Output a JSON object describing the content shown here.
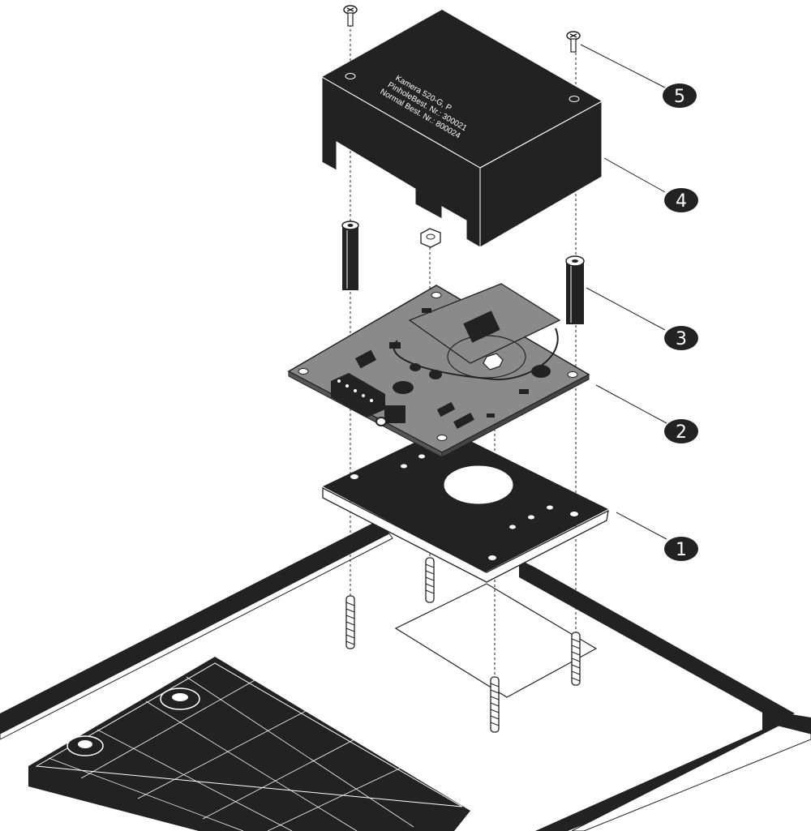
{
  "diagram": {
    "lid_label": {
      "line1": "Kamera 520-G, P",
      "line2": "PinholeBest. Nr.: 300021",
      "line3": "Normal Best. Nr.: 800024"
    },
    "callouts": [
      {
        "number": "1",
        "part": "base-plate"
      },
      {
        "number": "2",
        "part": "circuit-board"
      },
      {
        "number": "3",
        "part": "spacer-standoff"
      },
      {
        "number": "4",
        "part": "housing-cover"
      },
      {
        "number": "5",
        "part": "screw"
      }
    ],
    "colors": {
      "ink": "#222222",
      "paper": "#ffffff",
      "board": "#8a8a8a"
    }
  }
}
